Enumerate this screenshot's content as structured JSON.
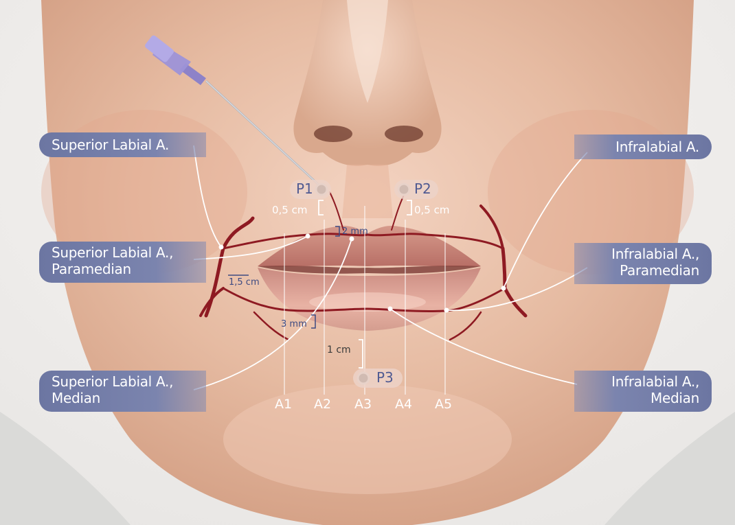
{
  "callouts": {
    "superior_labial": "Superior Labial A.",
    "superior_labial_paramedian": [
      "Superior Labial A.,",
      "Paramedian"
    ],
    "superior_labial_median": [
      "Superior Labial A.,",
      "Median"
    ],
    "infralabial": "Infralabial A.",
    "infralabial_paramedian": [
      "Infralabial A.,",
      "Paramedian"
    ],
    "infralabial_median": [
      "Infralabial A.,",
      "Median"
    ]
  },
  "injection_points": {
    "p1": "P1",
    "p2": "P2",
    "p3": "P3"
  },
  "measurements": {
    "p1_distance": "0,5 cm",
    "p2_distance": "0,5 cm",
    "vermilion_gap": "2 mm",
    "commissure_distance": "1,5 cm",
    "lower_gap": "3 mm",
    "chin_distance": "1 cm"
  },
  "vertical_lines": [
    "A1",
    "A2",
    "A3",
    "A4",
    "A5"
  ],
  "colors": {
    "callout_fill": "#6c76a2",
    "artery": "#8e1a22",
    "point_label": "#4f5a92",
    "skin": "#e9c2ac"
  }
}
